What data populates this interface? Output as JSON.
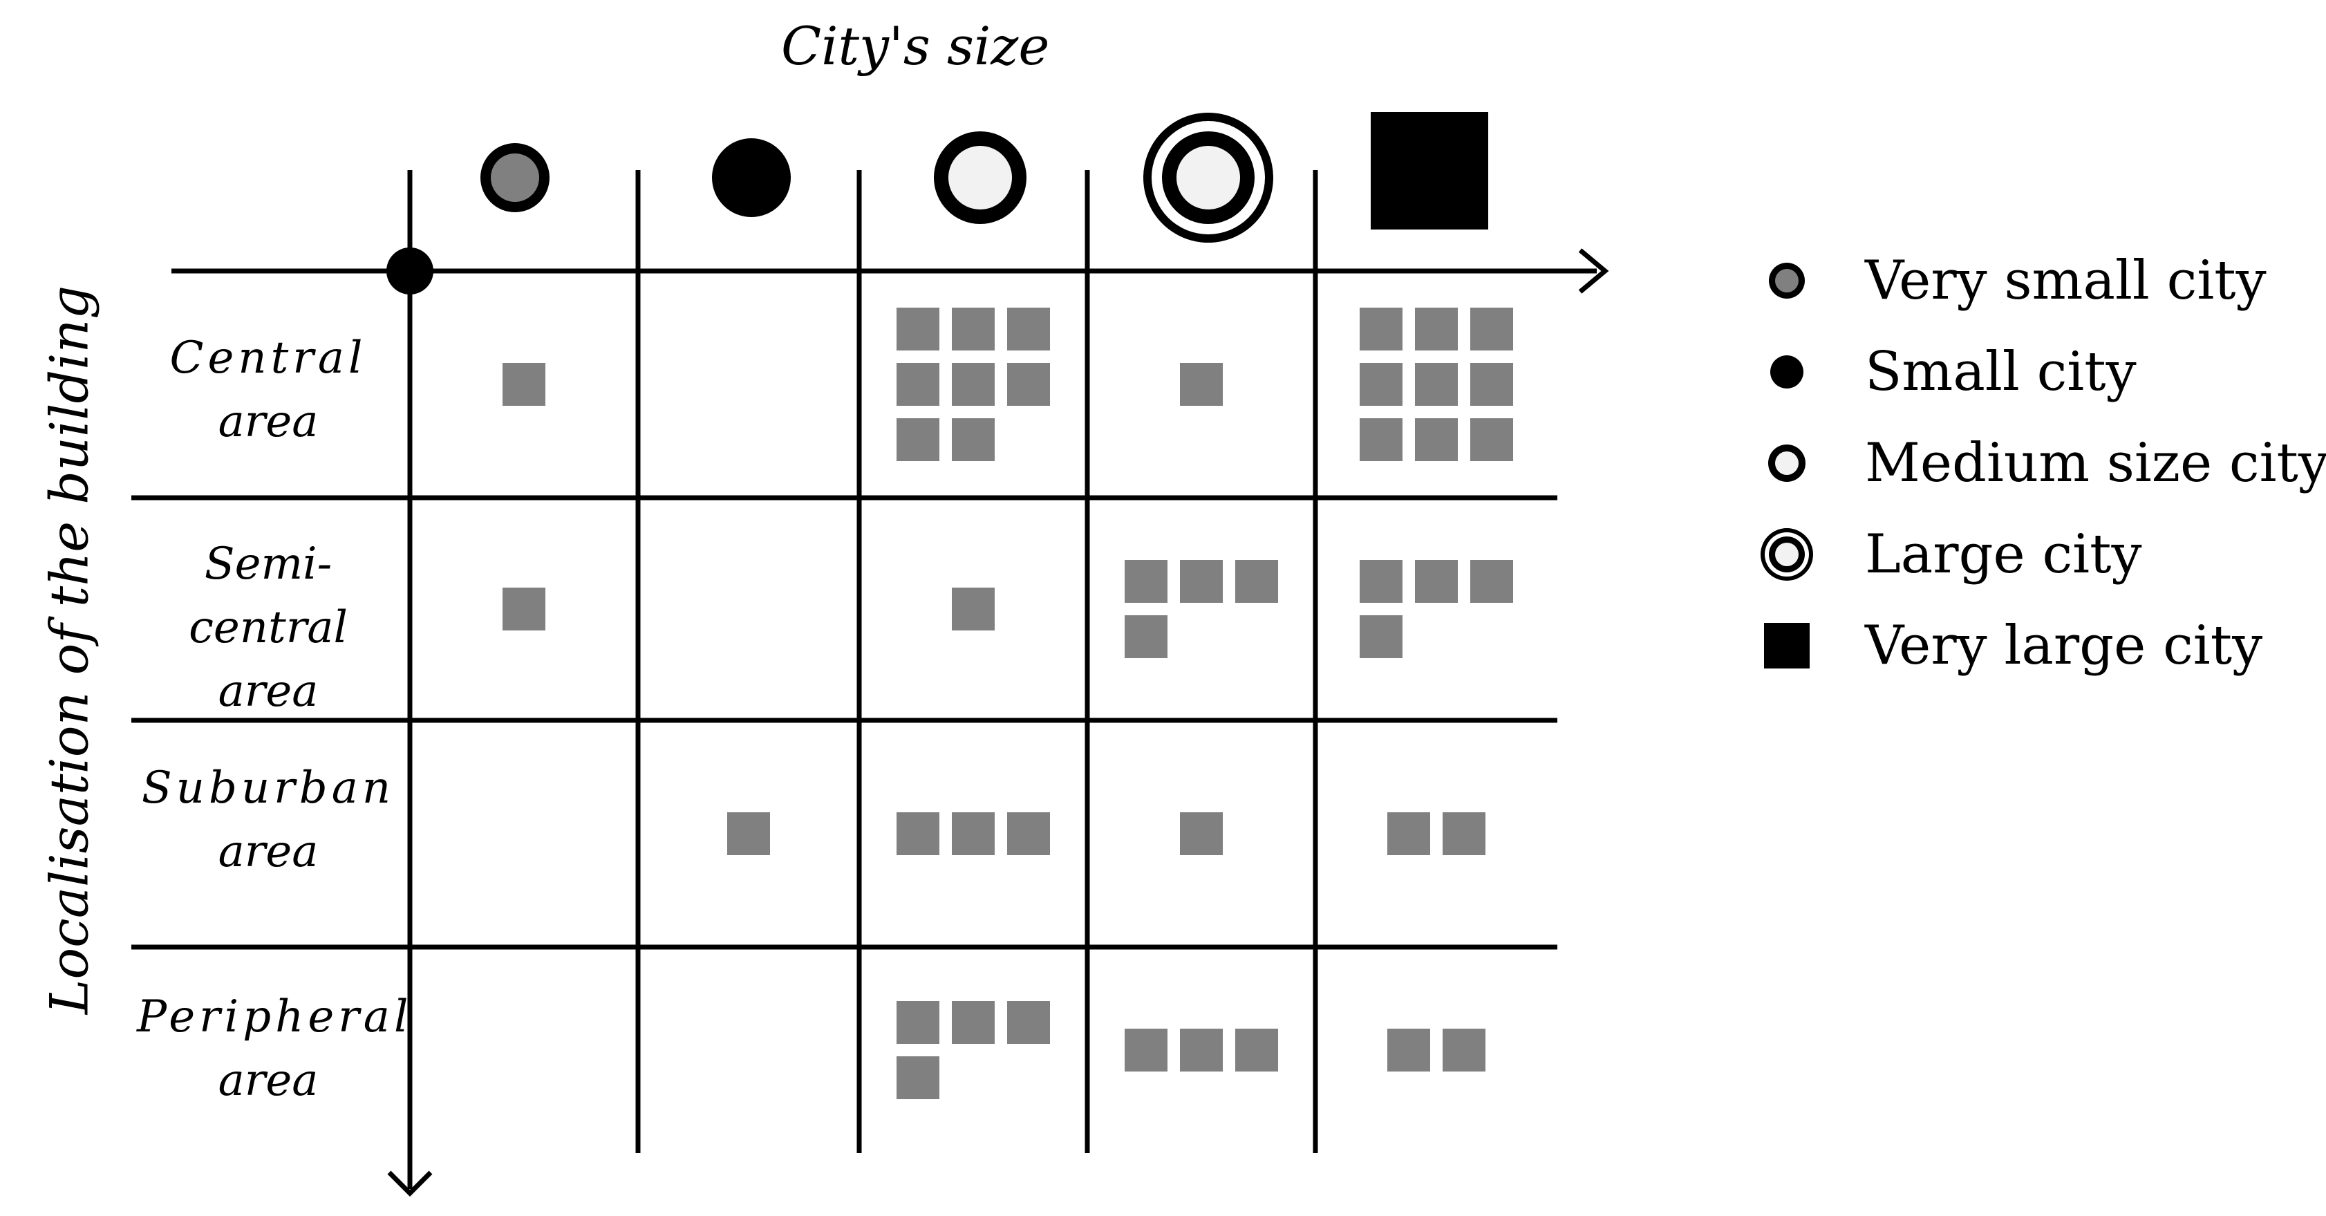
{
  "title": "City's size",
  "y_axis_title": "Localisation of the building",
  "columns": [
    {
      "key": "very_small",
      "icon": "very-small-city-icon"
    },
    {
      "key": "small",
      "icon": "small-city-icon"
    },
    {
      "key": "medium",
      "icon": "medium-city-icon"
    },
    {
      "key": "large",
      "icon": "large-city-icon"
    },
    {
      "key": "very_large",
      "icon": "very-large-city-icon"
    }
  ],
  "rows": [
    {
      "line1": "Central",
      "line2": "area",
      "counts": [
        1,
        0,
        8,
        1,
        9
      ]
    },
    {
      "line1": "Semi-central",
      "line2": "area",
      "counts": [
        1,
        0,
        1,
        4,
        4
      ]
    },
    {
      "line1": "Suburban",
      "line2": "area",
      "counts": [
        0,
        1,
        3,
        1,
        2
      ]
    },
    {
      "line1": "Peripheral",
      "line2": "area",
      "counts": [
        0,
        0,
        4,
        3,
        2
      ]
    }
  ],
  "legend": [
    {
      "icon": "very-small-city-icon",
      "label": "Very small city"
    },
    {
      "icon": "small-city-icon",
      "label": "Small city"
    },
    {
      "icon": "medium-city-icon",
      "label": "Medium size city"
    },
    {
      "icon": "large-city-icon",
      "label": "Large city"
    },
    {
      "icon": "very-large-city-icon",
      "label": "Very large city"
    }
  ],
  "colors": {
    "marker": "#808080",
    "ink": "#000000",
    "light_fill": "#f2f2f2",
    "gray_fill": "#808080"
  }
}
